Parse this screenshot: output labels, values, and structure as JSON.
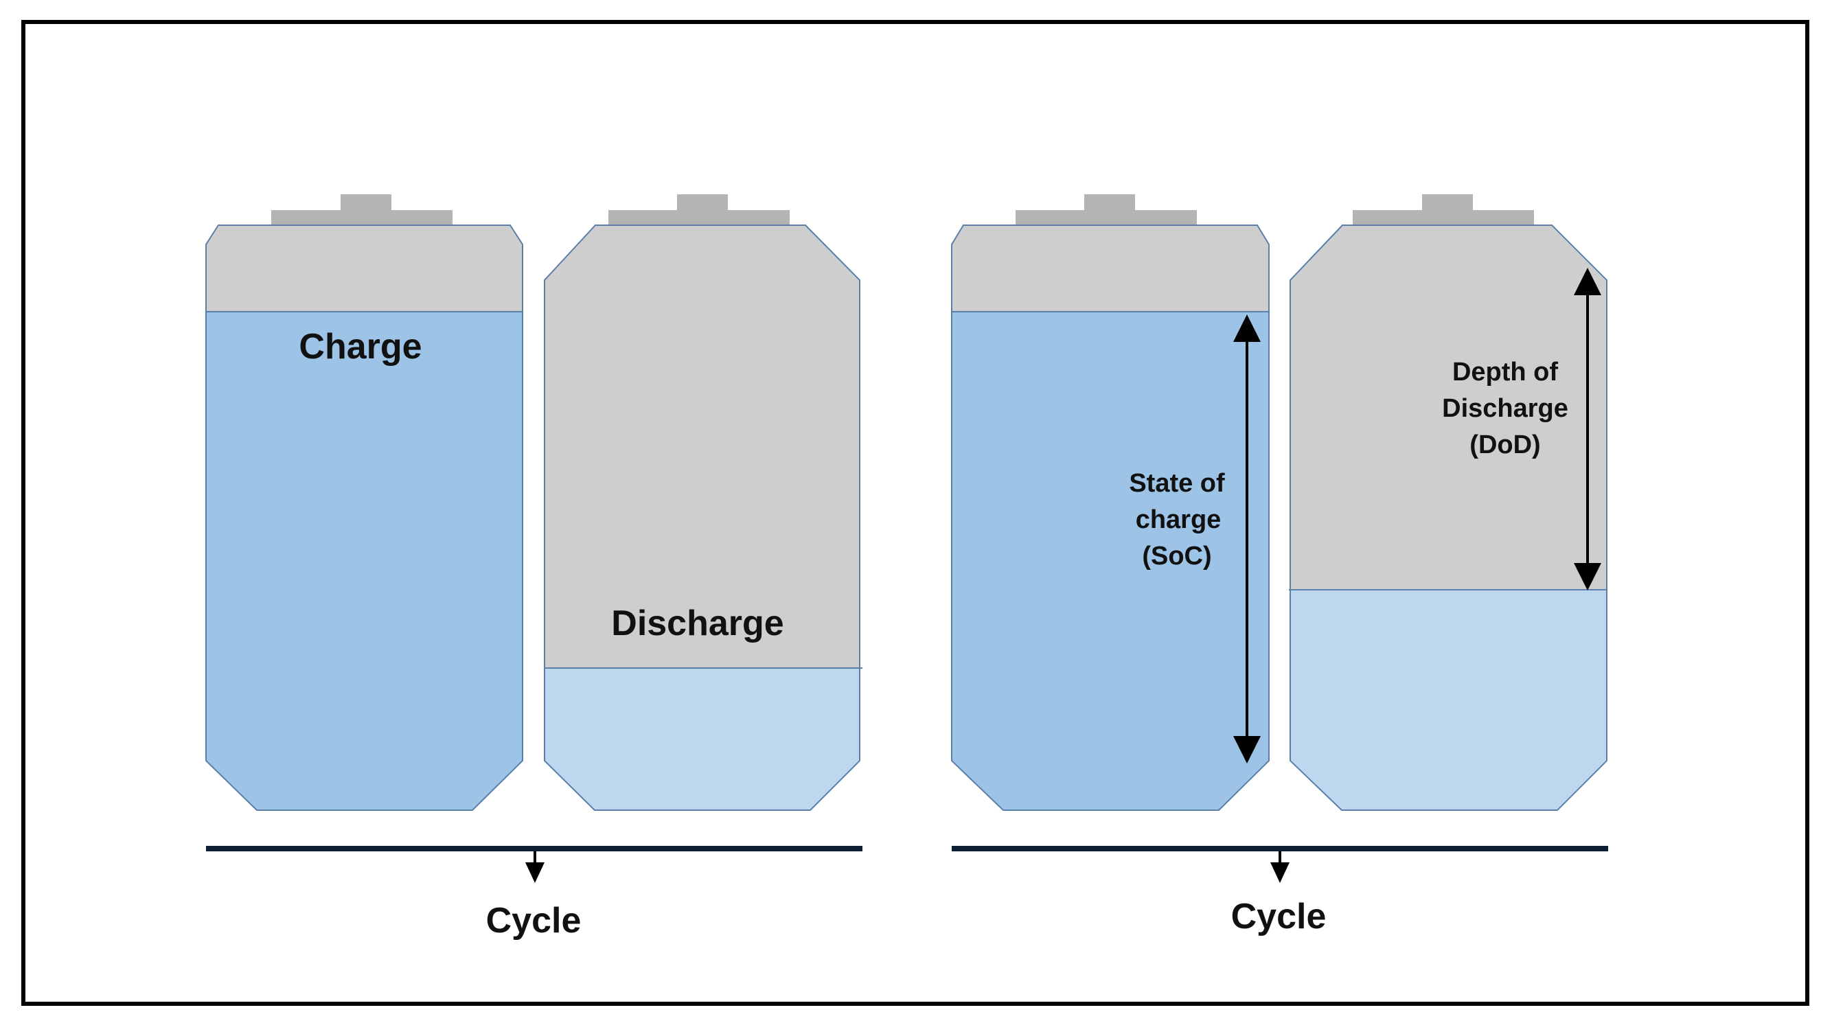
{
  "labels": {
    "charge": "Charge",
    "discharge": "Discharge",
    "cycle_left": "Cycle",
    "cycle_right": "Cycle",
    "soc_line1": "State of",
    "soc_line2": "charge",
    "soc_line3": "(SoC)",
    "dod_line1": "Depth of",
    "dod_line2": "Discharge",
    "dod_line3": "(DoD)"
  },
  "colors": {
    "border": "#000000",
    "battery_outline": "#5a7fa8",
    "empty_gray": "#cfcecf",
    "terminal_gray": "#b4b3b4",
    "charge_blue": "#9dc3e6",
    "light_blue": "#bdd7ee",
    "axis_navy": "#0d1f33",
    "arrow_black": "#000000"
  }
}
